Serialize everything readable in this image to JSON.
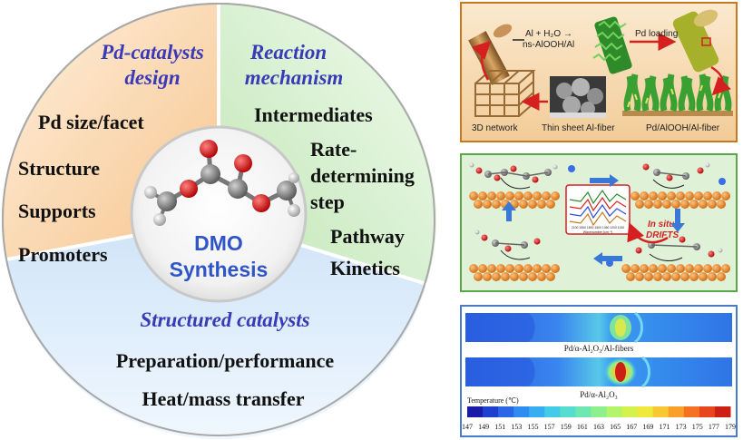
{
  "wheel": {
    "top_left": {
      "title_line1": "Pd-catalysts",
      "title_line2": "design",
      "items": [
        "Pd size/facet",
        "Structure",
        "Supports",
        "Promoters"
      ]
    },
    "top_right": {
      "title_line1": "Reaction",
      "title_line2": "mechanism",
      "items": [
        "Intermediates",
        "Rate-",
        "determining",
        "step",
        "Pathway",
        "Kinetics"
      ]
    },
    "bottom": {
      "title": "Structured catalysts",
      "items": [
        "Preparation/performance",
        "Heat/mass transfer"
      ]
    },
    "center": {
      "line1": "DMO",
      "line2": "Synthesis"
    }
  },
  "panel_top": {
    "label_reaction": "Al + H₂O →",
    "label_product": "ns-AlOOH/Al",
    "label_loading": "Pd loading",
    "label_network": "3D  network",
    "label_thinsheet": "Thin sheet Al-fiber",
    "label_final": "Pd/AlOOH/Al-fiber"
  },
  "panel_mid": {
    "label_insitu": "In situ",
    "label_drifts": "DRIFTS",
    "xaxis_ticks": "2100 1950 1800 1500 1350 1200 1150",
    "xaxis_label": "Wavenumber (cm⁻¹)"
  },
  "panel_bottom": {
    "label_upper": "Pd/α-Al₂O₃/Al-fibers",
    "label_lower": "Pd/α-Al₂O₃",
    "legend_title": "Temperature (℃)",
    "scale_ticks": [
      "147",
      "149",
      "151",
      "153",
      "155",
      "157",
      "159",
      "161",
      "163",
      "165",
      "167",
      "169",
      "171",
      "173",
      "175",
      "177",
      "179"
    ],
    "scale_colors": [
      "#1a1aa8",
      "#1f3fd0",
      "#2a66e6",
      "#2f8cf0",
      "#38aef2",
      "#44cbe8",
      "#55ddd0",
      "#6ee8b0",
      "#8ef08c",
      "#b2f46a",
      "#d4f24e",
      "#f0e83c",
      "#f8c832",
      "#f8a02a",
      "#f47222",
      "#e8461c",
      "#cc2014"
    ]
  }
}
